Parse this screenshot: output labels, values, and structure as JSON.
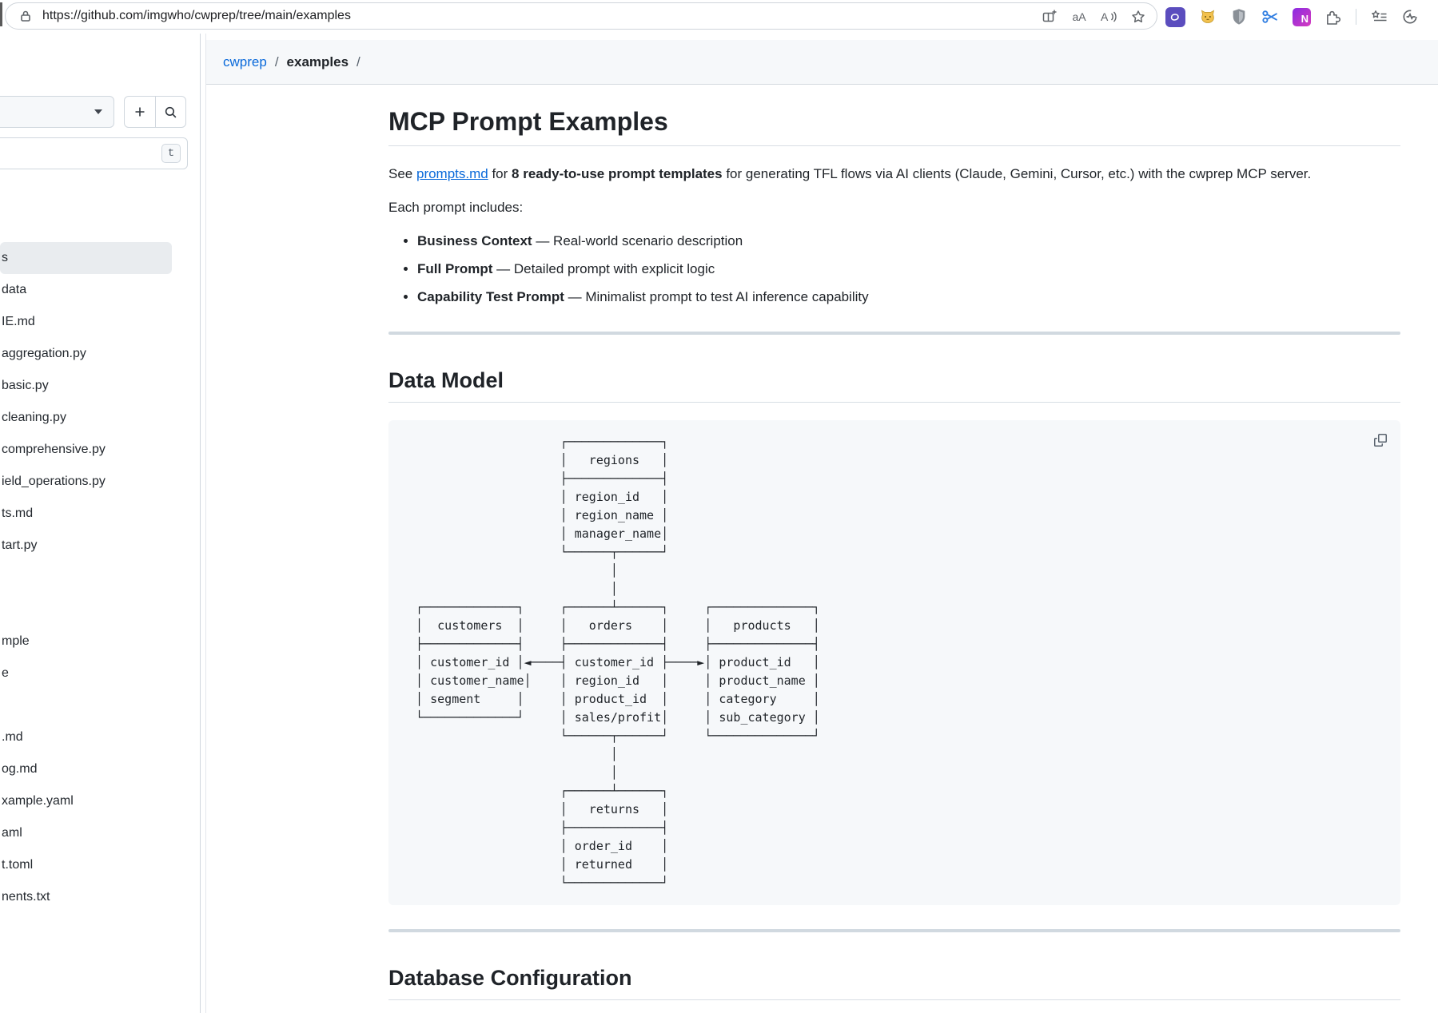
{
  "browser": {
    "url": "https://github.com/imgwho/cwprep/tree/main/examples",
    "translate_glyph": "aA",
    "read_aloud_glyph": "A",
    "note_badge_letter": "N",
    "toolbar_icons": [
      "lock-icon",
      "split-screen-icon",
      "translate-icon",
      "read-aloud-icon",
      "favorite-star-icon",
      "purple-extension-icon",
      "cat-extension-icon",
      "shield-extension-icon",
      "scissors-extension-icon",
      "note-clipper-icon",
      "extensions-puzzle-icon",
      "collections-icon",
      "browser-essentials-icon"
    ]
  },
  "sidebar": {
    "shortcut_key": "t",
    "files": [
      {
        "label": "s",
        "selected": true
      },
      {
        "label": "data",
        "selected": false
      },
      {
        "label": "IE.md",
        "selected": false
      },
      {
        "label": "aggregation.py",
        "selected": false
      },
      {
        "label": "basic.py",
        "selected": false
      },
      {
        "label": "cleaning.py",
        "selected": false
      },
      {
        "label": "comprehensive.py",
        "selected": false
      },
      {
        "label": "ield_operations.py",
        "selected": false
      },
      {
        "label": "ts.md",
        "selected": false
      },
      {
        "label": "tart.py",
        "selected": false
      },
      {
        "label": "",
        "selected": false
      },
      {
        "label": "",
        "selected": false
      },
      {
        "label": "mple",
        "selected": false
      },
      {
        "label": "e",
        "selected": false
      },
      {
        "label": "",
        "selected": false
      },
      {
        "label": ".md",
        "selected": false
      },
      {
        "label": "og.md",
        "selected": false
      },
      {
        "label": "xample.yaml",
        "selected": false
      },
      {
        "label": "aml",
        "selected": false
      },
      {
        "label": "t.toml",
        "selected": false
      },
      {
        "label": "nents.txt",
        "selected": false
      }
    ]
  },
  "breadcrumb": {
    "repo": "cwprep",
    "separator": "/",
    "current": "examples"
  },
  "content": {
    "title": "MCP Prompt Examples",
    "intro": {
      "pre": "See ",
      "link": "prompts.md",
      "mid": " for ",
      "bold": "8 ready-to-use prompt templates",
      "post": " for generating TFL flows via AI clients (Claude, Gemini, Cursor, etc.) with the cwprep MCP server."
    },
    "includes_line": "Each prompt includes:",
    "bullets": [
      {
        "bold": "Business Context",
        "text": " — Real-world scenario description"
      },
      {
        "bold": "Full Prompt",
        "text": " — Detailed prompt with explicit logic"
      },
      {
        "bold": "Capability Test Prompt",
        "text": " — Minimalist prompt to test AI inference capability"
      }
    ],
    "data_model_title": "Data Model",
    "diagram_lines": [
      "                      ┌─────────────┐",
      "                      │   regions   │",
      "                      ├─────────────┤",
      "                      │ region_id   │",
      "                      │ region_name │",
      "                      │ manager_name│",
      "                      └──────┬──────┘",
      "                             │",
      "                             │",
      "  ┌─────────────┐     ┌──────┴──────┐     ┌──────────────┐",
      "  │  customers  │     │   orders    │     │   products   │",
      "  ├─────────────┤     ├─────────────┤     ├──────────────┤",
      "  │ customer_id │◄────┤ customer_id ├────►│ product_id   │",
      "  │ customer_name│    │ region_id   │     │ product_name │",
      "  │ segment     │     │ product_id  │     │ category     │",
      "  └─────────────┘     │ sales/profit│     │ sub_category │",
      "                      └──────┬──────┘     └──────────────┘",
      "                             │",
      "                             │",
      "                      ┌──────┴──────┐",
      "                      │   returns   │",
      "                      ├─────────────┤",
      "                      │ order_id    │",
      "                      │ returned    │",
      "                      └─────────────┘"
    ],
    "db_config_title": "Database Configuration"
  }
}
